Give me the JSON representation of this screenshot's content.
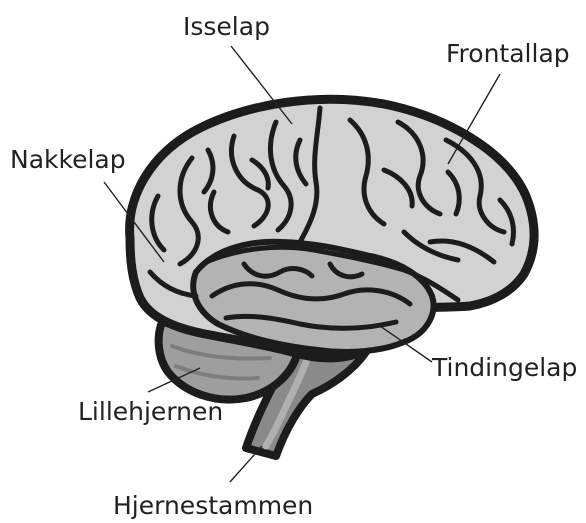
{
  "labels": {
    "parietal": "Isselap",
    "frontal": "Frontallap",
    "occipital": "Nakkelap",
    "temporal": "Tindingelap",
    "cerebellum": "Lillehjernen",
    "brainstem": "Hjernestammen"
  },
  "colors": {
    "cerebrum": "#d2d2d2",
    "temporal_lobe": "#b3b3b3",
    "cerebellum": "#9e9e9e",
    "brainstem": "#8a8a8a",
    "outline": "#1c1c1c",
    "text": "#222222"
  }
}
